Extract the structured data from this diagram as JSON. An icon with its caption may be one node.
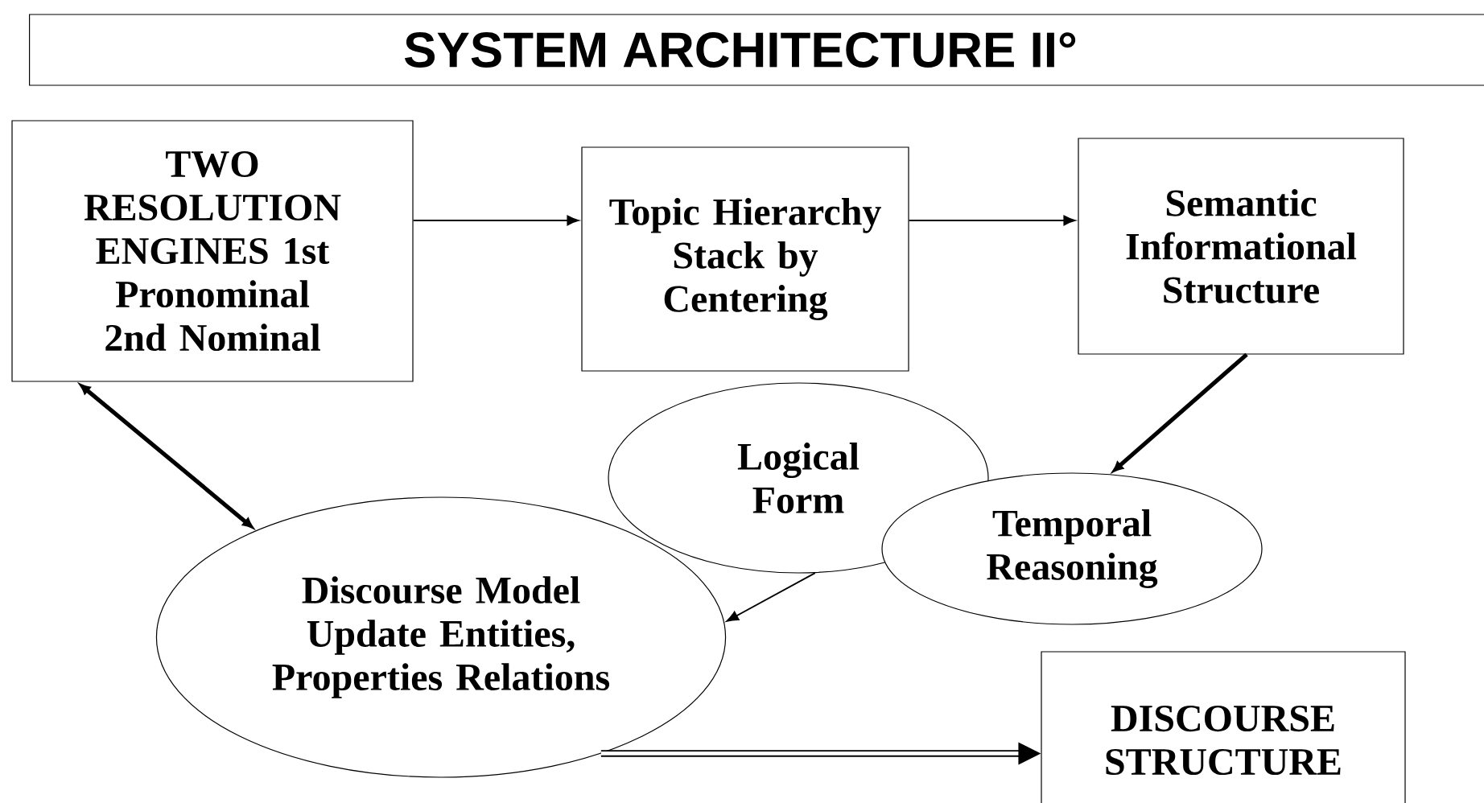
{
  "diagram": {
    "title": "SYSTEM ARCHITECTURE II°",
    "nodes": [
      {
        "text": [
          "TWO RESOLUTION ENGINES 1st Pronominal 2nd Nominal"
        ]
      },
      {
        "text": [
          "Topic Hierarchy Stack by Centering"
        ]
      },
      {
        "text": [
          "Semantic Informational Structure"
        ]
      },
      {
        "text": [
          "Logical Form"
        ]
      },
      {
        "text": [
          "Temporal Reasoning"
        ]
      },
      {
        "text": [
          "Discourse Model Update Entities, Properties Relations"
        ]
      },
      {
        "text": [
          "DISCOURSE STRUCTURE"
        ]
      }
    ],
    "edges": [
      {
        "from": 0,
        "to": 1,
        "arrow": "to"
      },
      {
        "from": 1,
        "to": 2,
        "arrow": "to"
      },
      {
        "from": 2,
        "to": 4,
        "arrow": "to",
        "style": "thick"
      },
      {
        "from": 3,
        "to": 5,
        "arrow": "to"
      },
      {
        "from": 0,
        "to": 5,
        "arrow": "both",
        "style": "thick"
      },
      {
        "from": 5,
        "to": 6,
        "arrow": "to",
        "style": "thick"
      }
    ]
  }
}
